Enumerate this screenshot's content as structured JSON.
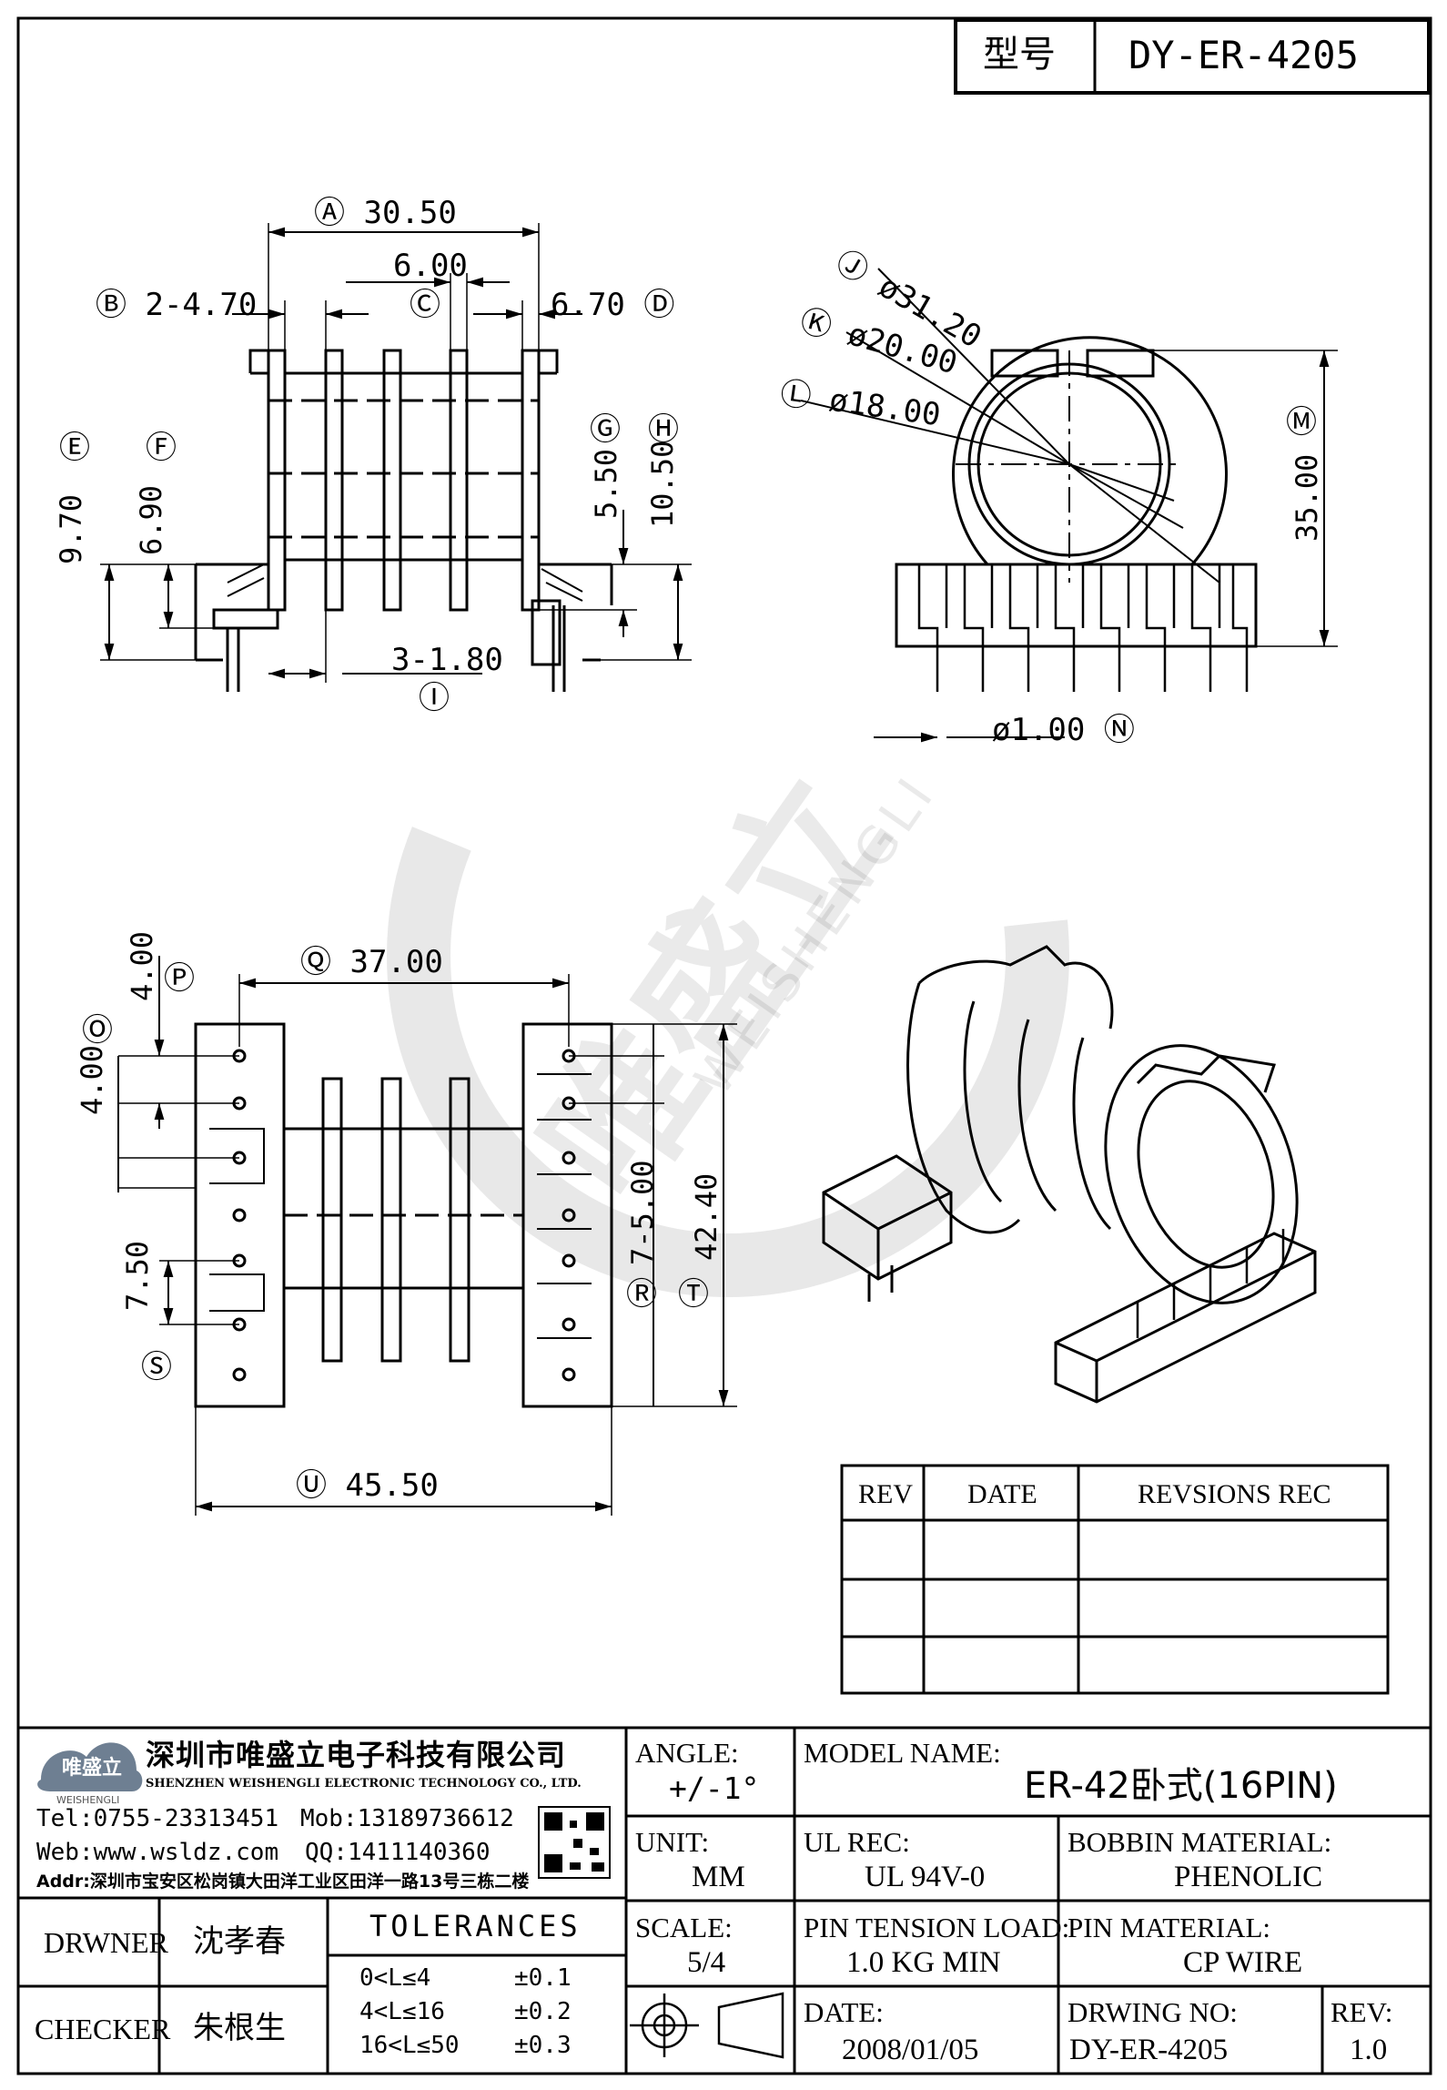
{
  "model_box": {
    "label": "型号",
    "value": "DY-ER-4205"
  },
  "dimensions": {
    "A": "30.50",
    "B": "2-4.70",
    "C": "6.00",
    "D": "6.70",
    "E": "9.70",
    "F": "6.90",
    "G": "5.50",
    "H": "10.50",
    "I": "3-1.80",
    "J": "ø31.20",
    "K": "ø20.00",
    "L": "ø18.00",
    "M": "35.00",
    "N": "ø1.00",
    "O": "4.00",
    "P": "4.00",
    "Q": "37.00",
    "R": "7-5.00",
    "S": "7.50",
    "T": "42.40",
    "U": "45.50"
  },
  "revision_table": {
    "headers": [
      "REV",
      "DATE",
      "REVSIONS REC"
    ],
    "rows": [
      [
        "",
        "",
        ""
      ],
      [
        "",
        "",
        ""
      ],
      [
        "",
        "",
        ""
      ]
    ]
  },
  "company": {
    "logo_text": "唯盛立",
    "logo_sub": "WEISHENGLI",
    "name_cn": "深圳市唯盛立电子科技有限公司",
    "name_en": "SHENZHEN WEISHENGLI ELECTRONIC TECHNOLOGY CO., LTD.",
    "tel": "Tel:0755-23313451",
    "mob": "Mob:13189736612",
    "web": "Web:www.wsldz.com",
    "qq": "QQ:1411140360",
    "addr": "Addr:深圳市宝安区松岗镇大田洋工业区田洋一路13号三栋二楼"
  },
  "title_block": {
    "angle_label": "ANGLE:",
    "angle_value": "+/-1°",
    "model_name_label": "MODEL NAME:",
    "model_name_value": "ER-42卧式(16PIN)",
    "unit_label": "UNIT:",
    "unit_value": "MM",
    "ul_rec_label": "UL REC:",
    "ul_rec_value": "UL 94V-0",
    "bobbin_material_label": "BOBBIN MATERIAL:",
    "bobbin_material_value": "PHENOLIC",
    "scale_label": "SCALE:",
    "scale_value": "5/4",
    "pin_tension_label": "PIN TENSION LOAD:",
    "pin_tension_value": "1.0 KG MIN",
    "pin_material_label": "PIN MATERIAL:",
    "pin_material_value": "CP WIRE",
    "date_label": "DATE:",
    "date_value": "2008/01/05",
    "drwing_no_label": "DRWING NO:",
    "drwing_no_value": "DY-ER-4205",
    "rev_label": "REV:",
    "rev_value": "1.0",
    "drawer_label": "DRWNER",
    "drawer_value": "沈孝春",
    "checker_label": "CHECKER",
    "checker_value": "朱根生",
    "tolerances_label": "TOLERANCES",
    "tolerances": [
      {
        "range": "0<L≤4",
        "value": "±0.1"
      },
      {
        "range": "4<L≤16",
        "value": "±0.2"
      },
      {
        "range": "16<L≤50",
        "value": "±0.3"
      }
    ]
  },
  "watermark": {
    "brand_cn": "唯盛立",
    "brand_en": "WEISHENGLI"
  }
}
